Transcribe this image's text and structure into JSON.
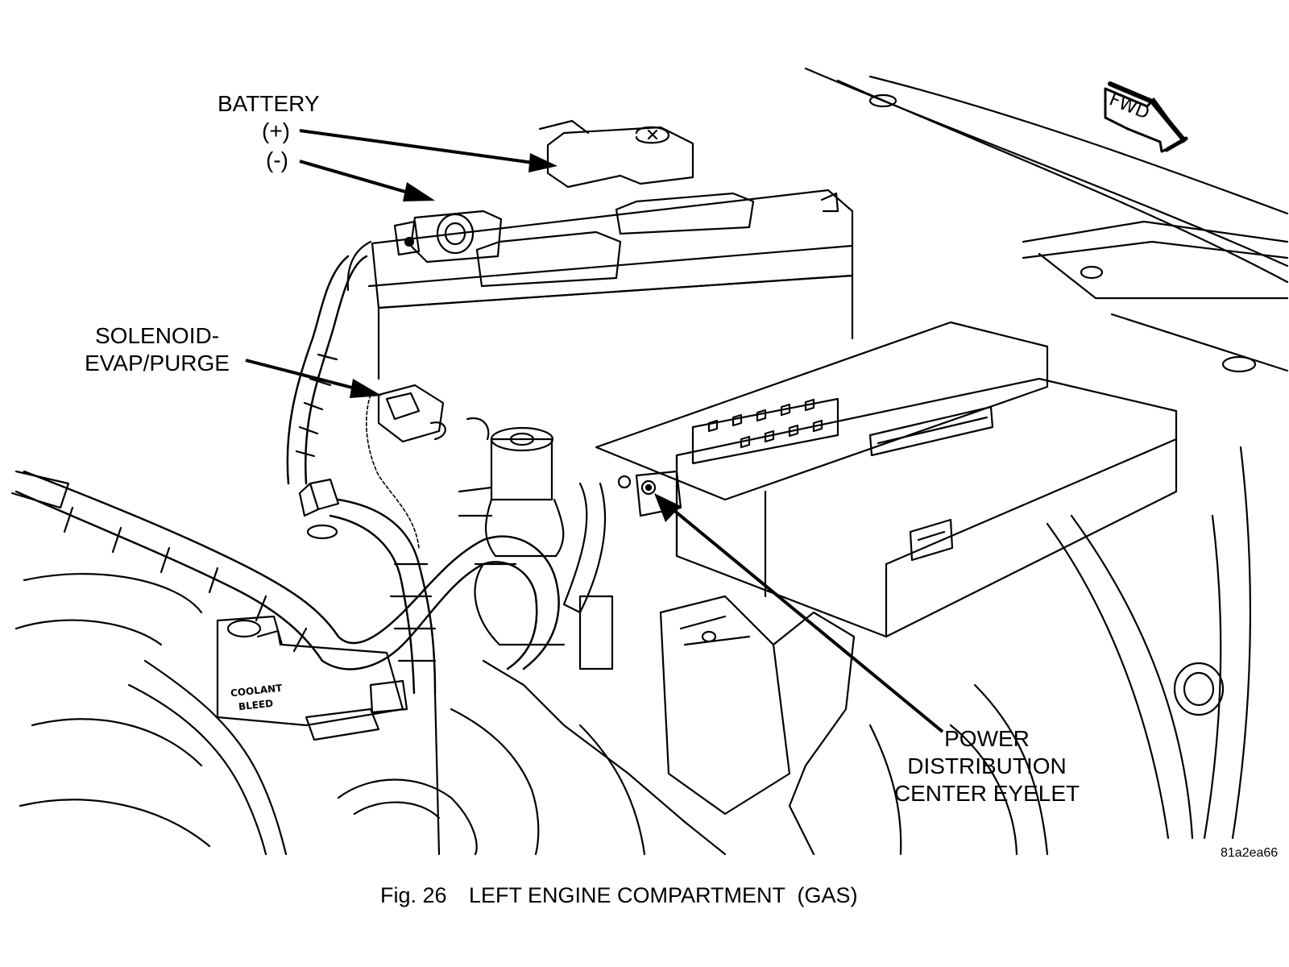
{
  "figure": {
    "number_label": "Fig. 26",
    "caption": "LEFT ENGINE COMPARTMENT  (GAS)",
    "image_code": "81a2ea66"
  },
  "callouts": {
    "battery": {
      "title": "BATTERY",
      "positive": "(+)",
      "negative": "(-)"
    },
    "solenoid": {
      "line1": "SOLENOID-",
      "line2": "EVAP/PURGE"
    },
    "pdc": {
      "line1": "POWER",
      "line2": "DISTRIBUTION",
      "line3": "CENTER EYELET"
    }
  },
  "part_stamps": {
    "direction": "FWD",
    "coolant_line1": "COOLANT",
    "coolant_line2": "BLEED"
  },
  "colors": {
    "ink": "#000000",
    "paper": "#ffffff"
  }
}
